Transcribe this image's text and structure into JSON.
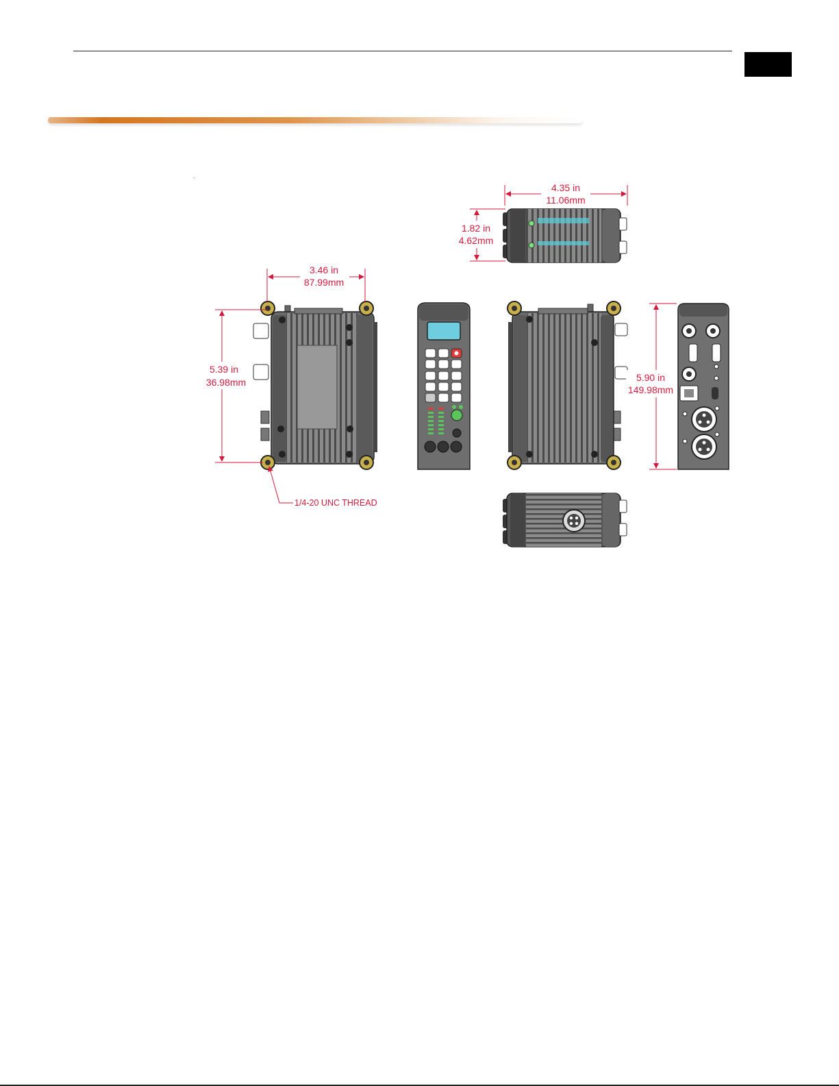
{
  "dimensions": {
    "top_width_in": "4.35 in",
    "top_width_mm": "11.06mm",
    "top_height_in": "1.82 in",
    "top_height_mm": "4.62mm",
    "back_width_in": "3.46 in",
    "back_width_mm": "87.99mm",
    "back_height_in": "5.39 in",
    "back_height_mm": "36.98mm",
    "side_height_in": "5.90 in",
    "side_height_mm": "149.98mm"
  },
  "callout": {
    "thread": "1/4-20 UNC THREAD"
  },
  "colors": {
    "dimension": "#d41a3c",
    "accent": "#d6761f",
    "body": "#6b6b6b",
    "mount_ring": "#c9b04a"
  }
}
